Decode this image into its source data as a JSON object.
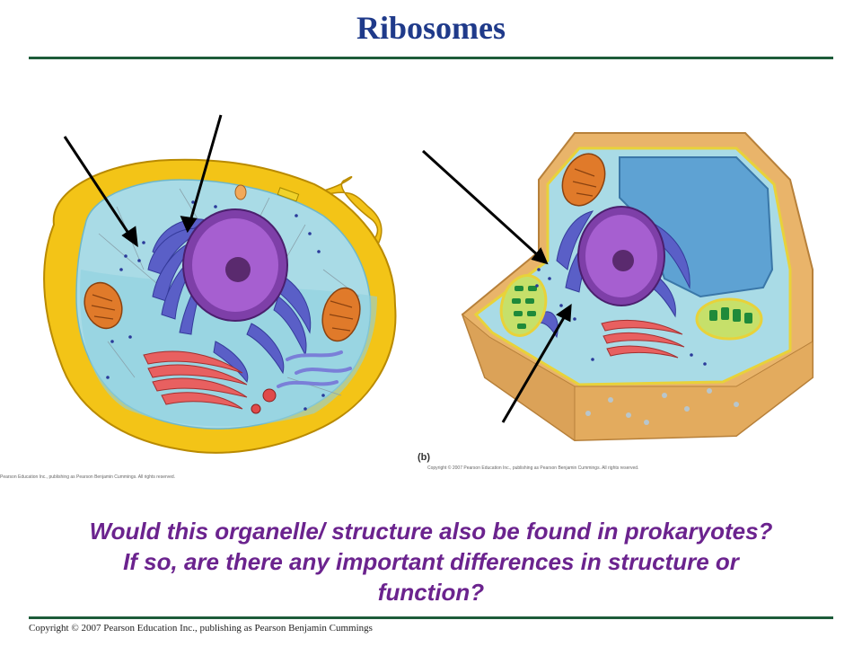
{
  "slide": {
    "title": "Ribosomes",
    "question_lines": [
      "Would this organelle/ structure also be found in prokaryotes?",
      "If so, are there any important differences in structure or",
      "function?"
    ],
    "copyright": "Copyright © 2007 Pearson Education Inc., publishing as Pearson Benjamin Cummings"
  },
  "figures": {
    "animal_credit": "Pearson Education Inc., publishing as Pearson Benjamin Cummings. All rights reserved.",
    "plant_label": "(b)",
    "plant_credit": "Copyright © 2007 Pearson Education Inc., publishing as Pearson Benjamin Cummings. All rights reserved."
  },
  "colors": {
    "title": "#1f3a8a",
    "question": "#6b238e",
    "rule": "#1e5c3a"
  }
}
